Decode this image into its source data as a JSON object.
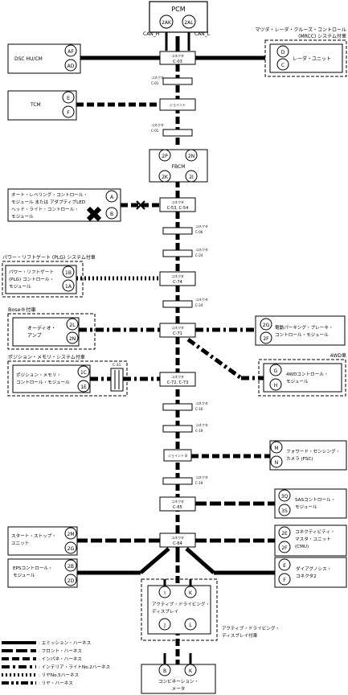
{
  "colors": {
    "line": "#000000",
    "background": "#ffffff"
  },
  "top": {
    "pcm": "PCM",
    "pin_left": "2AK",
    "pin_right": "2AL",
    "can_h": "CAN_H",
    "can_l": "CAN_L"
  },
  "mrcc": {
    "caption_1": "マツダ・レーダ・クルーズ・コントロール",
    "caption_2": "(MRCC) システム付車",
    "unit": "レーダ・ユニット",
    "pin_1": "D",
    "pin_2": "C"
  },
  "dsc": {
    "label": "DSC HU/CM",
    "pin_1": "AF",
    "pin_2": "AD"
  },
  "tcm": {
    "label": "TCM",
    "pin_1": "E",
    "pin_2": "F"
  },
  "fbcm": {
    "label": "FBCM",
    "pin_tl": "2P",
    "pin_tr": "2N",
    "pin_bl": "2K",
    "pin_br": "2I"
  },
  "leveling": {
    "line_1": "オート・レベリング・コントロール・",
    "line_2": "モジュール または アダプティブLED",
    "line_3": "ヘッド・ライト・コントロール・",
    "line_4": "モジュール",
    "pin_1": "A",
    "pin_2": "B"
  },
  "plg": {
    "caption": "パワー・リフトゲート (PLG) システム付車",
    "line_1": "パワー・リフトゲート",
    "line_2": "(PLG) コントロール・",
    "line_3": "モジュール",
    "pin_1": "1B",
    "pin_2": "1A"
  },
  "bose": {
    "caption": "Bose®付車",
    "line_1": "オーディオ・",
    "line_2": "アンプ",
    "pin_1": "2L",
    "pin_2": "2N"
  },
  "parking": {
    "line_1": "電動パーキング・ブレーキ・",
    "line_2": "コントロール・モジュール",
    "pin_1": "2G",
    "pin_2": "2F"
  },
  "memory": {
    "caption": "ポジション・メモリ・システム付車",
    "line_1": "ポジション・メモリ・",
    "line_2": "コントロール・モジュール",
    "pin_1": "1C",
    "pin_2": "1E",
    "connector": "C-31"
  },
  "fourwd": {
    "caption": "4WD車",
    "line_1": "4WDコントロール・",
    "line_2": "モジュール",
    "pin_1": "G",
    "pin_2": "H"
  },
  "fsc": {
    "line_1": "フォワード・センシング・",
    "line_2": "カメラ (FSC)",
    "pin_1": "M",
    "pin_2": "N"
  },
  "sas": {
    "line_1": "SASコントロール・",
    "line_2": "モジュール",
    "pin_1": "3Q",
    "pin_2": "3S"
  },
  "startstop": {
    "line_1": "スタート・ストップ・",
    "line_2": "ユニット",
    "pin_1": "2M",
    "pin_2": "2G"
  },
  "cmu": {
    "line_1": "コネクティビティ・",
    "line_2": "マスタ・ユニット",
    "line_3": "(CMU)",
    "pin_1": "2E",
    "pin_2": "2F"
  },
  "eps": {
    "line_1": "EPSコントロール・",
    "line_2": "モジュール",
    "pin_1": "2B",
    "pin_2": "2D"
  },
  "diag": {
    "line_1": "ダイアグノシス・",
    "line_2": "コネクタ2",
    "pin_1": "E",
    "pin_2": "F"
  },
  "active": {
    "line_1": "アクティブ・ドライビング・",
    "line_2": "ディスプレイ",
    "pin_tl": "I",
    "pin_tr": "K",
    "pin_bl": "J",
    "pin_br": "L",
    "caption_1": "アクティブ・ドライビング・",
    "caption_2": "ディスプレイ付車"
  },
  "meter": {
    "line_1": "コンビネーション・",
    "line_2": "メータ",
    "pin_1": "B",
    "pin_2": "K"
  },
  "connectors": {
    "c03_title": "コネクタ",
    "c03": "C-03",
    "c01a_title": "コネクタ",
    "c01a": "C-01",
    "joint_a": "ジョイント",
    "c01b_title": "コネクタ",
    "c01b": "C-01",
    "c53_title": "コネクタ",
    "c53": "C-53, C-54",
    "c06_title": "コネクタ",
    "c06": "C-06",
    "c24a_title": "コネクタ",
    "c24a": "C-24",
    "c74_title": "コネクタ",
    "c74": "C-74",
    "c24b_title": "コネクタ",
    "c24b": "C-24",
    "c71_title": "コネクタ",
    "c71": "C-71",
    "c72_title": "コネクタ",
    "c72": "C-72, C-73",
    "c16_title": "コネクタ",
    "c16": "C-16",
    "c19a_title": "コネクタ",
    "c19a": "C-19",
    "joint_b": "ジョイント B",
    "c19b_title": "コネクタ",
    "c19b": "C-19",
    "c65_title": "コネクタ",
    "c65": "C-65",
    "c64_title": "コネクタ",
    "c64": "C-64"
  },
  "legend": [
    {
      "label": ": エミッション・ハーネス",
      "style": "solid"
    },
    {
      "label": ": フロント・ハーネス",
      "style": "long-dash"
    },
    {
      "label": ": インパネ・ハーネス",
      "style": "dash"
    },
    {
      "label": ": インテリア・ライトNo.2ハーネス",
      "style": "dash-dot"
    },
    {
      "label": ": リヤNo.5ハーネス",
      "style": "dot"
    },
    {
      "label": ": リヤ・ハーネス",
      "style": "dash-dot-dot"
    }
  ]
}
